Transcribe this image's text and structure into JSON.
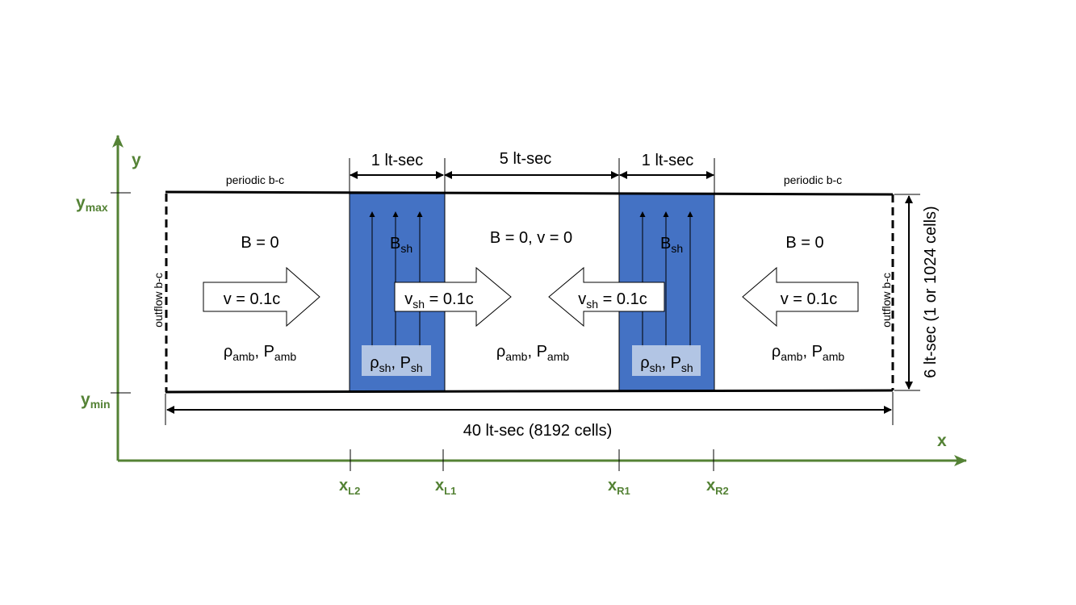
{
  "axes": {
    "y_label": "y",
    "x_label": "x",
    "ymax": {
      "base": "y",
      "sub": "max"
    },
    "ymin": {
      "base": "y",
      "sub": "min"
    },
    "x_ticks": [
      {
        "base": "x",
        "sub": "L2"
      },
      {
        "base": "x",
        "sub": "L1"
      },
      {
        "base": "x",
        "sub": "R1"
      },
      {
        "base": "x",
        "sub": "R2"
      }
    ],
    "color": "#548235"
  },
  "boundary": {
    "periodic_left": "periodic b-c",
    "periodic_right": "periodic b-c",
    "outflow_left": "outflow b-c",
    "outflow_right": "outflow b-c"
  },
  "dimensions": {
    "shell_width_left": "1 lt-sec",
    "gap_width": "5 lt-sec",
    "shell_width_right": "1 lt-sec",
    "height": "6 lt-sec (1 or 1024 cells)",
    "total_length": "40 lt-sec (8192 cells)"
  },
  "regions": {
    "left": {
      "field": "B = 0",
      "velocity": "v = 0.1c",
      "rho": "ρ",
      "rho_sub": "amb",
      "sep": ", ",
      "p": "P",
      "p_sub": "amb"
    },
    "middle": {
      "field": "B = 0, v = 0",
      "rho": "ρ",
      "rho_sub": "amb",
      "sep": ", ",
      "p": "P",
      "p_sub": "amb"
    },
    "right": {
      "field": "B = 0",
      "velocity": "v = 0.1c",
      "rho": "ρ",
      "rho_sub": "amb",
      "sep": ", ",
      "p": "P",
      "p_sub": "amb"
    }
  },
  "shells": {
    "left": {
      "b": "B",
      "b_sub": "sh",
      "v": "v",
      "v_sub": "sh",
      "v_rest": " = 0.1c",
      "rho": "ρ",
      "rho_sub": "sh",
      "sep": ", ",
      "p": "P",
      "p_sub": "sh"
    },
    "right": {
      "b": "B",
      "b_sub": "sh",
      "v": "v",
      "v_sub": "sh",
      "v_rest": " = 0.1c",
      "rho": "ρ",
      "rho_sub": "sh",
      "sep": ", ",
      "p": "P",
      "p_sub": "sh"
    },
    "fill_color": "#4472c4"
  }
}
